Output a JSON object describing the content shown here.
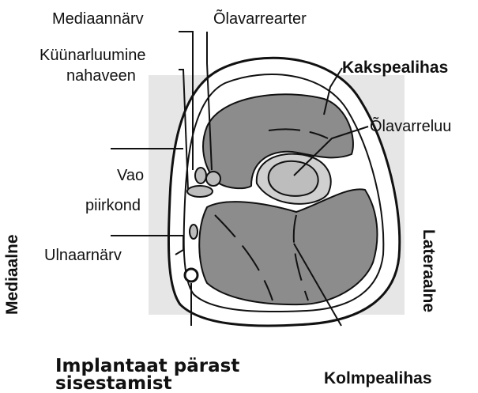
{
  "labels": {
    "median_nerve": "Mediaannärv",
    "brachial_artery": "Õlavarrearter",
    "basilic_vein_line1": "Küünarluumine",
    "basilic_vein_line2": "nahaveen",
    "biceps": "Kakspealihas",
    "humerus": "Õlavarreluu",
    "groove_line1": "Vao",
    "groove_line2": "piirkond",
    "ulnar_nerve": "Ulnaarnärv",
    "medial": "Mediaalne",
    "lateral": "Lateraalne",
    "implant_line1": "Implantaat pärast",
    "implant_line2": "sisestamist",
    "triceps": "Kolmpealihas"
  },
  "colors": {
    "background_box": "#e6e6e6",
    "skin": "#ffffff",
    "muscle": "#8c8c8c",
    "light_structures": "#bdbdbd",
    "outline": "#111111"
  }
}
